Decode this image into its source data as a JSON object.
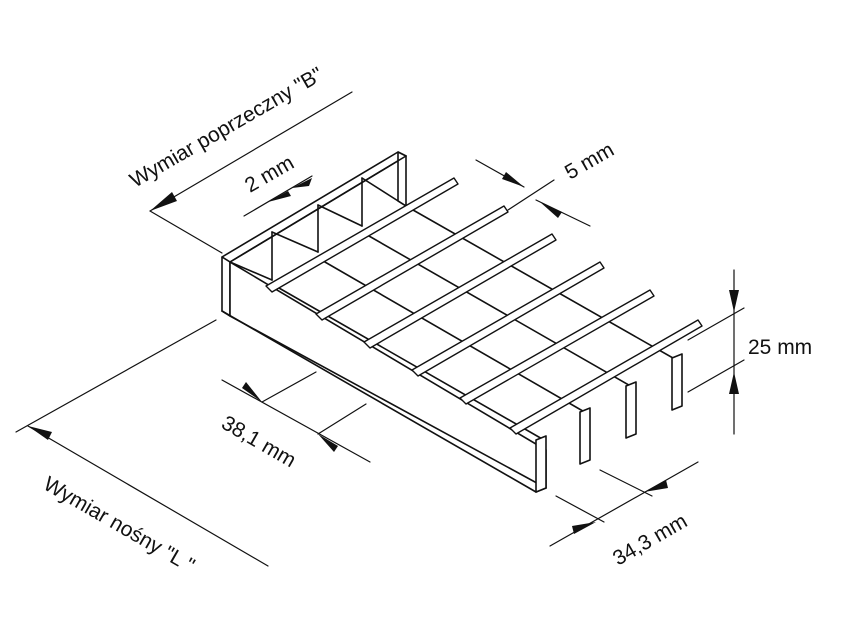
{
  "labels": {
    "width_dimension": "Wymiar poprzeczny \"B\"",
    "length_dimension": "Wymiar nośny \"L \"",
    "bar_thickness": "2 mm",
    "cross_bar_width": "5 mm",
    "bar_height": "25 mm",
    "cross_bar_pitch": "38,1 mm",
    "bearing_bar_pitch": "34,3 mm"
  },
  "colors": {
    "line": "#111111",
    "background": "#ffffff"
  }
}
